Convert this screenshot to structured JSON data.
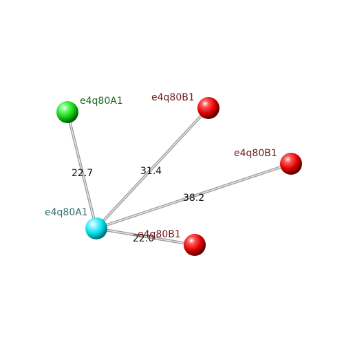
{
  "nodes": {
    "center": {
      "label": "e4q80A1",
      "color": "#00e6f0",
      "label_color": "#2f6e6e"
    },
    "green": {
      "label": "e4q80A1",
      "color": "#12d012",
      "label_color": "#1e6b1e"
    },
    "red_top": {
      "label": "e4q80B1",
      "color": "#e00000",
      "label_color": "#6b1a1a"
    },
    "red_right": {
      "label": "e4q80B1",
      "color": "#e00000",
      "label_color": "#6b1a1a"
    },
    "red_bottom": {
      "label": "e4q80B1",
      "color": "#e00000",
      "label_color": "#6b1a1a"
    }
  },
  "edges": {
    "center_green": "22.7",
    "center_red_top": "31.4",
    "center_red_right": "38.2",
    "center_red_bottom": "22.0"
  }
}
